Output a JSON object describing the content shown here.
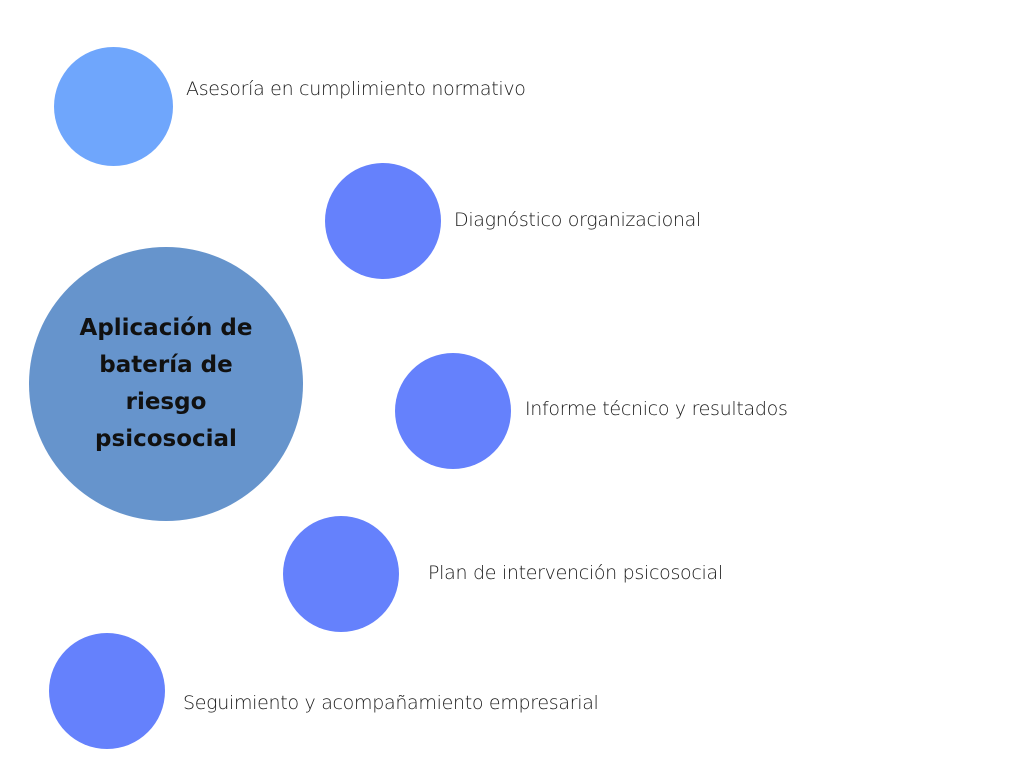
{
  "diagram": {
    "hub": {
      "label": "Aplicación de batería de riesgo psicosocial",
      "color": "#6694cc"
    },
    "items": [
      {
        "label": "Asesoría en cumplimiento normativo",
        "color": "#6fa6fc"
      },
      {
        "label": "Diagnóstico organizacional",
        "color": "#6581fc"
      },
      {
        "label": "Informe técnico y resultados",
        "color": "#6581fc"
      },
      {
        "label": "Plan de intervención psicosocial",
        "color": "#6581fc"
      },
      {
        "label": "Seguimiento y acompañamiento empresarial",
        "color": "#6581fc"
      }
    ]
  }
}
